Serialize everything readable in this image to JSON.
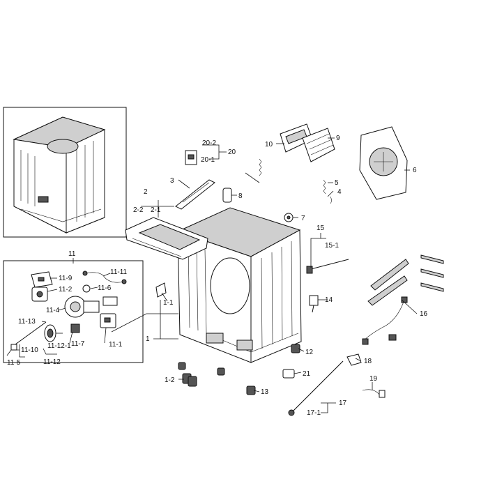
{
  "callouts": {
    "c1": "1",
    "c1_1": "1-1",
    "c1_2": "1-2",
    "c2": "2",
    "c2_1": "2-1",
    "c2_2": "2-2",
    "c3": "3",
    "c4": "4",
    "c5": "5",
    "c6": "6",
    "c7": "7",
    "c8": "8",
    "c9": "9",
    "c10": "10",
    "c11": "11",
    "c11_1": "11-1",
    "c11_2": "11-2",
    "c11_4": "11-4",
    "c11_5": "11-5",
    "c11_6": "11-6",
    "c11_7": "11-7",
    "c11_9": "11-9",
    "c11_10": "11-10",
    "c11_11": "11-11",
    "c11_12": "11-12",
    "c11_12_1": "11-12-1",
    "c11_13": "11-13",
    "c12": "12",
    "c13": "13",
    "c14": "14",
    "c15": "15",
    "c15_1": "15-1",
    "c16": "16",
    "c17": "17",
    "c17_1": "17-1",
    "c18": "18",
    "c19": "19",
    "c20": "20",
    "c20_1": "20-1",
    "c20_2": "20-2",
    "c21": "21"
  }
}
